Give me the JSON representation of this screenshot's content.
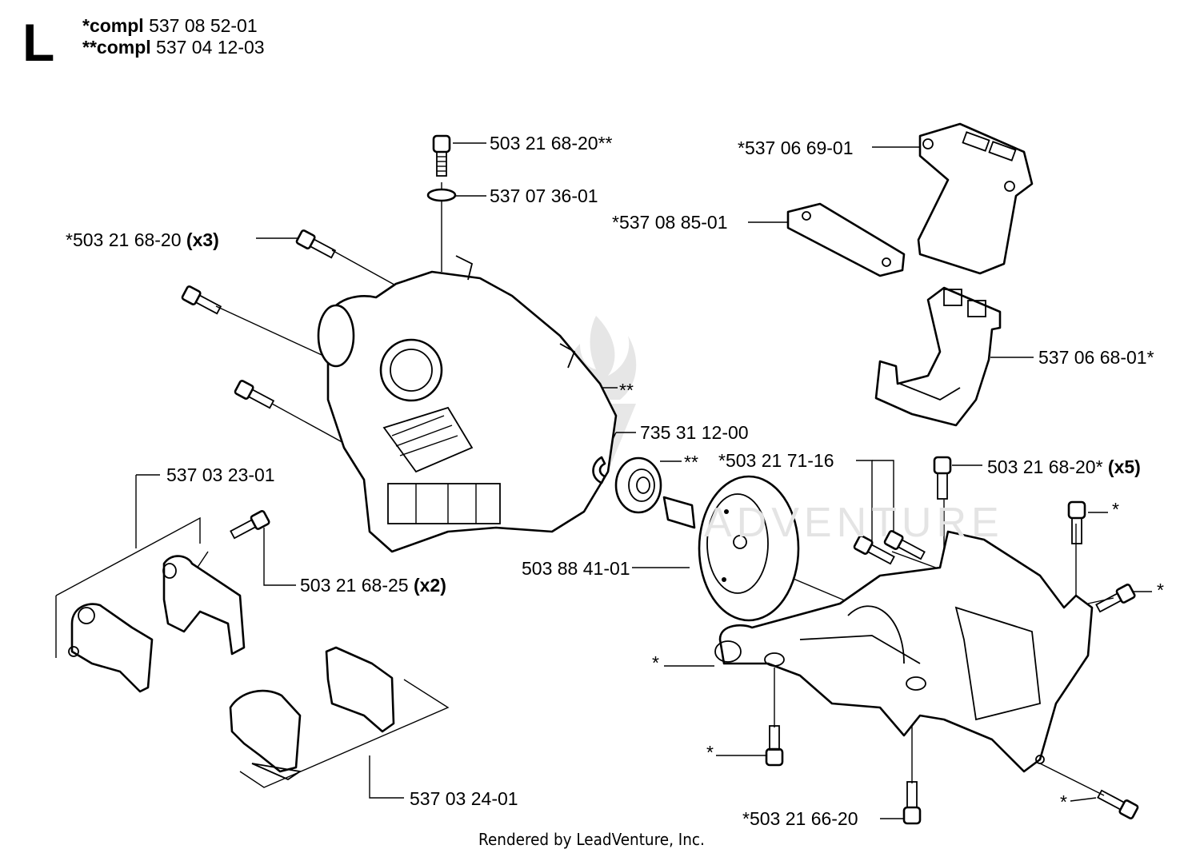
{
  "section_letter": "L",
  "kits": [
    {
      "prefix": "*compl",
      "number": "537 08 52-01"
    },
    {
      "prefix": "**compl",
      "number": "537 04 12-03"
    }
  ],
  "watermark_text": "ADVENTURE",
  "parts": {
    "p1": {
      "text": "503 21 68-20**",
      "qty": ""
    },
    "p2": {
      "text": "537 07 36-01",
      "qty": ""
    },
    "p3": {
      "text": "*503 21 68-20",
      "qty": "(x3)"
    },
    "p4": {
      "text": "*537 06 69-01",
      "qty": ""
    },
    "p5": {
      "text": "*537 08 85-01",
      "qty": ""
    },
    "p6": {
      "text": "537 06 68-01*",
      "qty": ""
    },
    "p7": {
      "text": "**",
      "qty": ""
    },
    "p8": {
      "text": "735 31 12-00",
      "qty": ""
    },
    "p9": {
      "text": "**",
      "qty": ""
    },
    "p10": {
      "text": "*503 21 71-16",
      "qty": ""
    },
    "p11": {
      "text": "503 21 68-20*",
      "qty": "(x5)"
    },
    "p12": {
      "text": "537 03 23-01",
      "qty": ""
    },
    "p13": {
      "text": "503 21 68-25",
      "qty": "(x2)"
    },
    "p14": {
      "text": "503 88 41-01",
      "qty": ""
    },
    "p15": {
      "text": "*",
      "qty": ""
    },
    "p16": {
      "text": "*",
      "qty": ""
    },
    "p17": {
      "text": "*",
      "qty": ""
    },
    "p18": {
      "text": "*",
      "qty": ""
    },
    "p19": {
      "text": "537 03 24-01",
      "qty": ""
    },
    "p20": {
      "text": "*503 21 66-20",
      "qty": ""
    },
    "p21": {
      "text": "*",
      "qty": ""
    }
  },
  "footer": "Rendered by LeadVenture, Inc."
}
